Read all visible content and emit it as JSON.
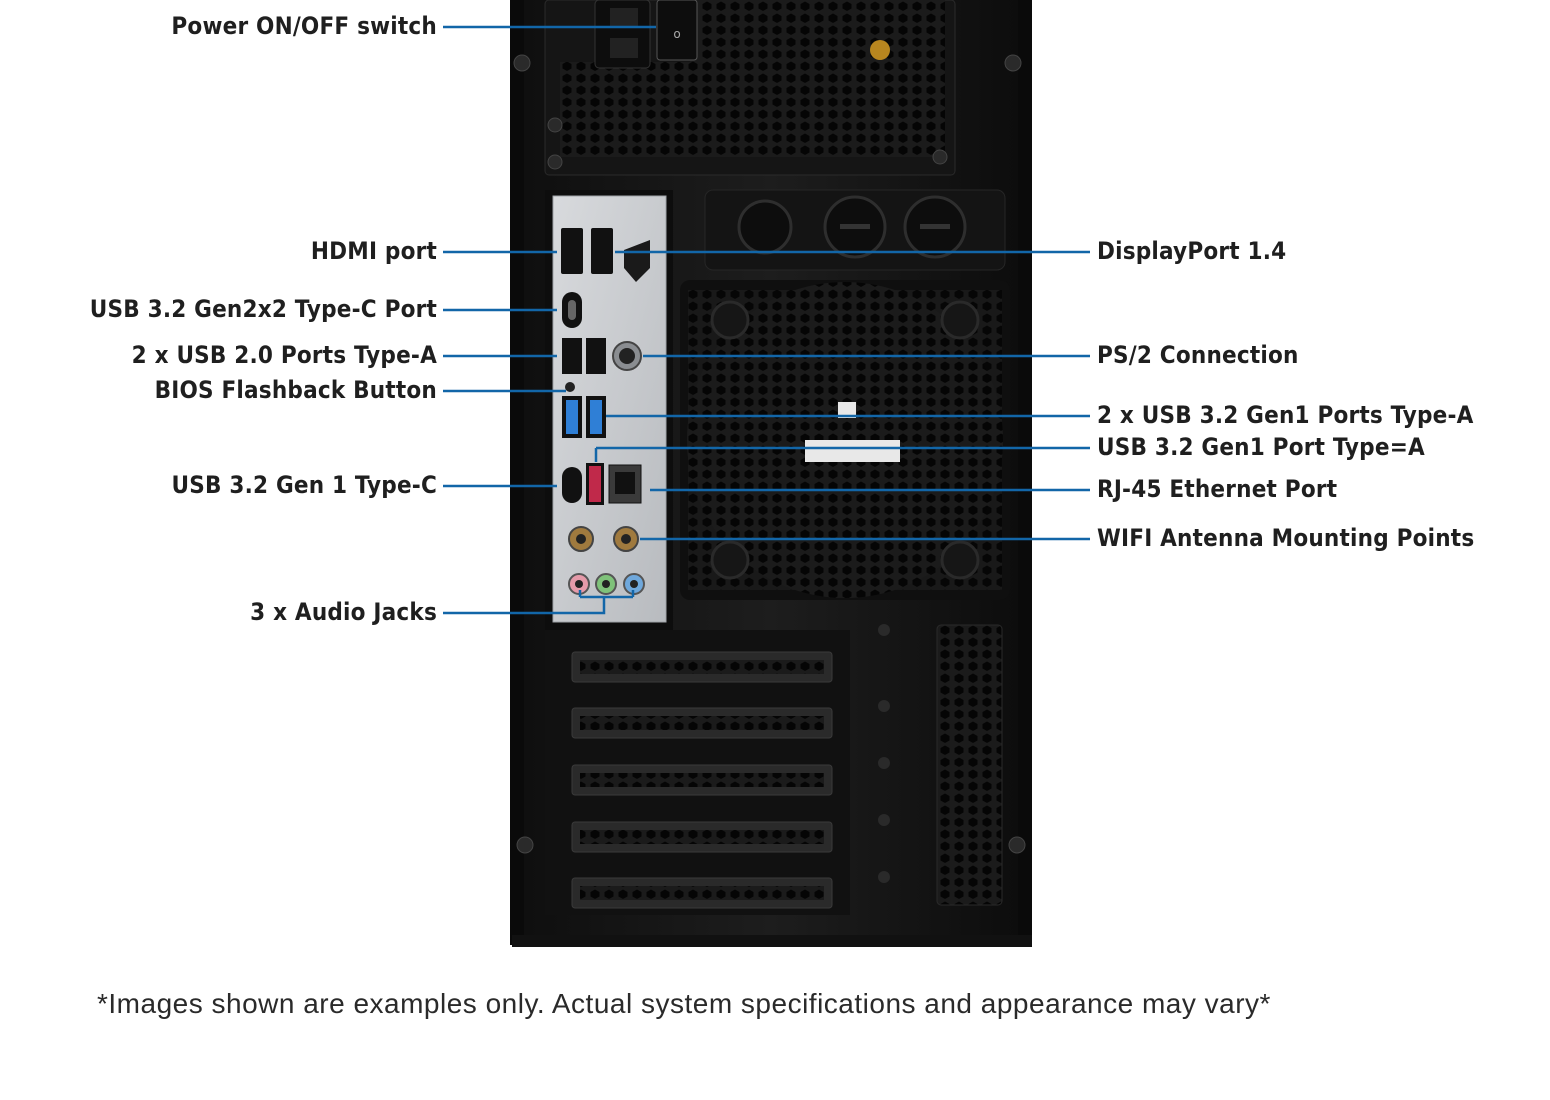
{
  "colors": {
    "callout_line": "#1266a8",
    "case_body": "#1a1a1a",
    "io_plate": "#c9ccd0",
    "usb3_blue": "#2f7fd6",
    "usb_red": "#c0294a",
    "background": "#ffffff"
  },
  "labels_left": [
    "Power ON/OFF switch",
    "HDMI port",
    "USB 3.2 Gen2x2 Type-C Port",
    "2 x USB 2.0 Ports Type-A",
    "BIOS Flashback Button",
    "USB 3.2 Gen 1 Type-C",
    "3 x Audio Jacks"
  ],
  "labels_right": [
    "DisplayPort 1.4",
    "PS/2 Connection",
    "2 x USB 3.2 Gen1 Ports Type-A",
    "USB 3.2 Gen1 Port Type=A",
    "RJ-45 Ethernet Port",
    "WIFI Antenna Mounting Points"
  ],
  "disclaimer": "*Images shown are examples only. Actual system specifications and appearance may vary*"
}
